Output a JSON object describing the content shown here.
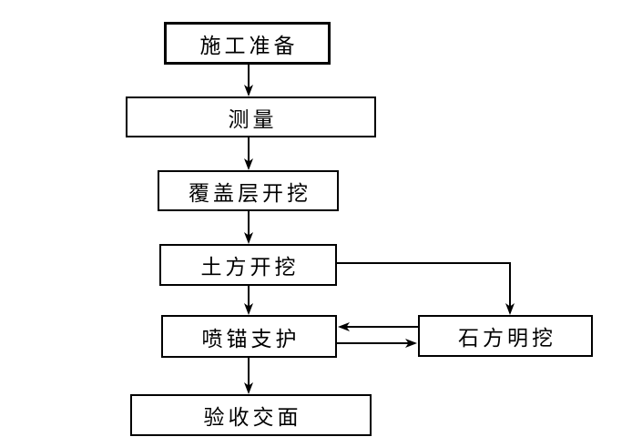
{
  "diagram": {
    "type": "flowchart",
    "background_color": "#ffffff",
    "line_color": "#000000",
    "box_fill_color": "#ffffff",
    "nodes": [
      {
        "id": "construction-preparation",
        "label": "施工准备"
      },
      {
        "id": "survey",
        "label": "测量"
      },
      {
        "id": "overburden-excavation",
        "label": "覆盖层开挖"
      },
      {
        "id": "earthwork-excavation",
        "label": "土方开挖"
      },
      {
        "id": "shotcrete-anchor-support",
        "label": "喷锚支护"
      },
      {
        "id": "open-rock-excavation",
        "label": "石方明挖"
      },
      {
        "id": "acceptance-handover",
        "label": "验收交面"
      }
    ],
    "edges": [
      {
        "from": "construction-preparation",
        "to": "survey",
        "style": "straight-down"
      },
      {
        "from": "survey",
        "to": "overburden-excavation",
        "style": "straight-down"
      },
      {
        "from": "overburden-excavation",
        "to": "earthwork-excavation",
        "style": "straight-down"
      },
      {
        "from": "earthwork-excavation",
        "to": "shotcrete-anchor-support",
        "style": "straight-down"
      },
      {
        "from": "earthwork-excavation",
        "to": "open-rock-excavation",
        "style": "elbow-right-then-down"
      },
      {
        "from": "open-rock-excavation",
        "to": "shotcrete-anchor-support",
        "style": "horizontal-left"
      },
      {
        "from": "shotcrete-anchor-support",
        "to": "open-rock-excavation",
        "style": "horizontal-right"
      },
      {
        "from": "shotcrete-anchor-support",
        "to": "acceptance-handover",
        "style": "straight-down"
      }
    ]
  }
}
